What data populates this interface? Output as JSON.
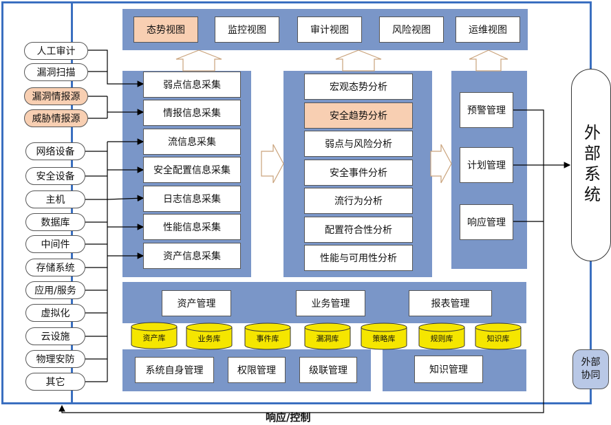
{
  "views": [
    "态势视图",
    "监控视图",
    "审计视图",
    "风险视图",
    "运维视图"
  ],
  "sources": [
    "人工审计",
    "漏洞扫描",
    "漏洞情报源",
    "威胁情报源",
    "网络设备",
    "安全设备",
    "主机",
    "数据库",
    "中间件",
    "存储系统",
    "应用/服务",
    "虚拟化",
    "云设施",
    "物理安防",
    "其它"
  ],
  "collect": [
    "弱点信息采集",
    "情报信息采集",
    "流信息采集",
    "安全配置信息采集",
    "日志信息采集",
    "性能信息采集",
    "资产信息采集"
  ],
  "analysis": [
    "宏观态势分析",
    "安全趋势分析",
    "弱点与风险分析",
    "安全事件分析",
    "流行为分析",
    "配置符合性分析",
    "性能与可用性分析"
  ],
  "mgmt": [
    "预警管理",
    "计划管理",
    "响应管理"
  ],
  "external": "外部系统",
  "coop": "外部协同",
  "mid": [
    "资产管理",
    "业务管理",
    "报表管理"
  ],
  "dbs": [
    "资产库",
    "业务库",
    "事件库",
    "漏洞库",
    "策略库",
    "规则库",
    "知识库"
  ],
  "bottom": [
    "系统自身管理",
    "权限管理",
    "级联管理",
    "知识管理"
  ],
  "footer": "响应/控制",
  "colors": {
    "frame": "#3a6fc0",
    "panel": "#7a96c8",
    "highlight": "#f8cfb2",
    "db": "#f5e600"
  }
}
